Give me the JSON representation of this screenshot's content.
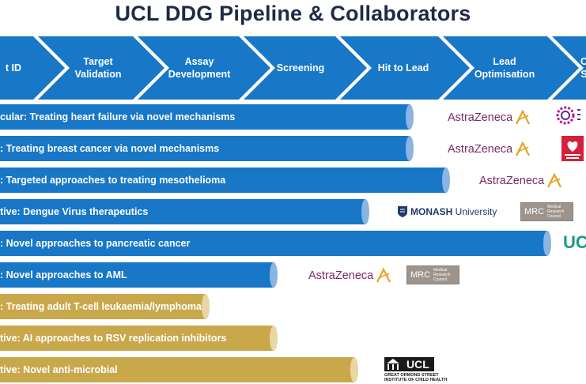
{
  "title": "UCL DDG Pipeline & Collaborators",
  "stages": [
    {
      "label": "t ID"
    },
    {
      "label": "Target Validation"
    },
    {
      "label": "Assay Development"
    },
    {
      "label": "Screening"
    },
    {
      "label": "Hit to Lead"
    },
    {
      "label": "Lead Optimisation"
    },
    {
      "label": "C S"
    }
  ],
  "projects": [
    {
      "label": "cular: Treating heart failure via novel mechanisms",
      "color": "blue"
    },
    {
      "label": ": Treating breast cancer via novel mechanisms",
      "color": "blue"
    },
    {
      "label": ": Targeted approaches to treating mesothelioma",
      "color": "blue"
    },
    {
      "label": "tive: Dengue Virus therapeutics",
      "color": "blue"
    },
    {
      "label": ": Novel approaches to pancreatic cancer",
      "color": "blue"
    },
    {
      "label": ": Novel approaches to AML",
      "color": "blue"
    },
    {
      "label": ": Treating adult T-cell leukaemia/lymphoma",
      "color": "gold"
    },
    {
      "label": "tive: AI approaches to RSV replication inhibitors",
      "color": "gold"
    },
    {
      "label": "tive: Novel anti-microbial",
      "color": "gold"
    }
  ],
  "logos": {
    "astrazeneca": "AstraZeneca",
    "mrc": "MRC",
    "mrc_sub": "Medical Research Council",
    "monash_main": "MONASH",
    "monash_sub": " University",
    "ucl": "UCL",
    "gos_line1": "GREAT ORMOND STREET",
    "gos_line2": "INSTITUTE OF CHILD HEALTH",
    "bhf": "British Heart Foundation"
  },
  "colors": {
    "stage_arrow": "#1877c6",
    "blue_bar": "#1877c6",
    "gold_bar": "#c9a84c",
    "title": "#1f2a44",
    "astrazeneca": "#7b2a6c"
  }
}
